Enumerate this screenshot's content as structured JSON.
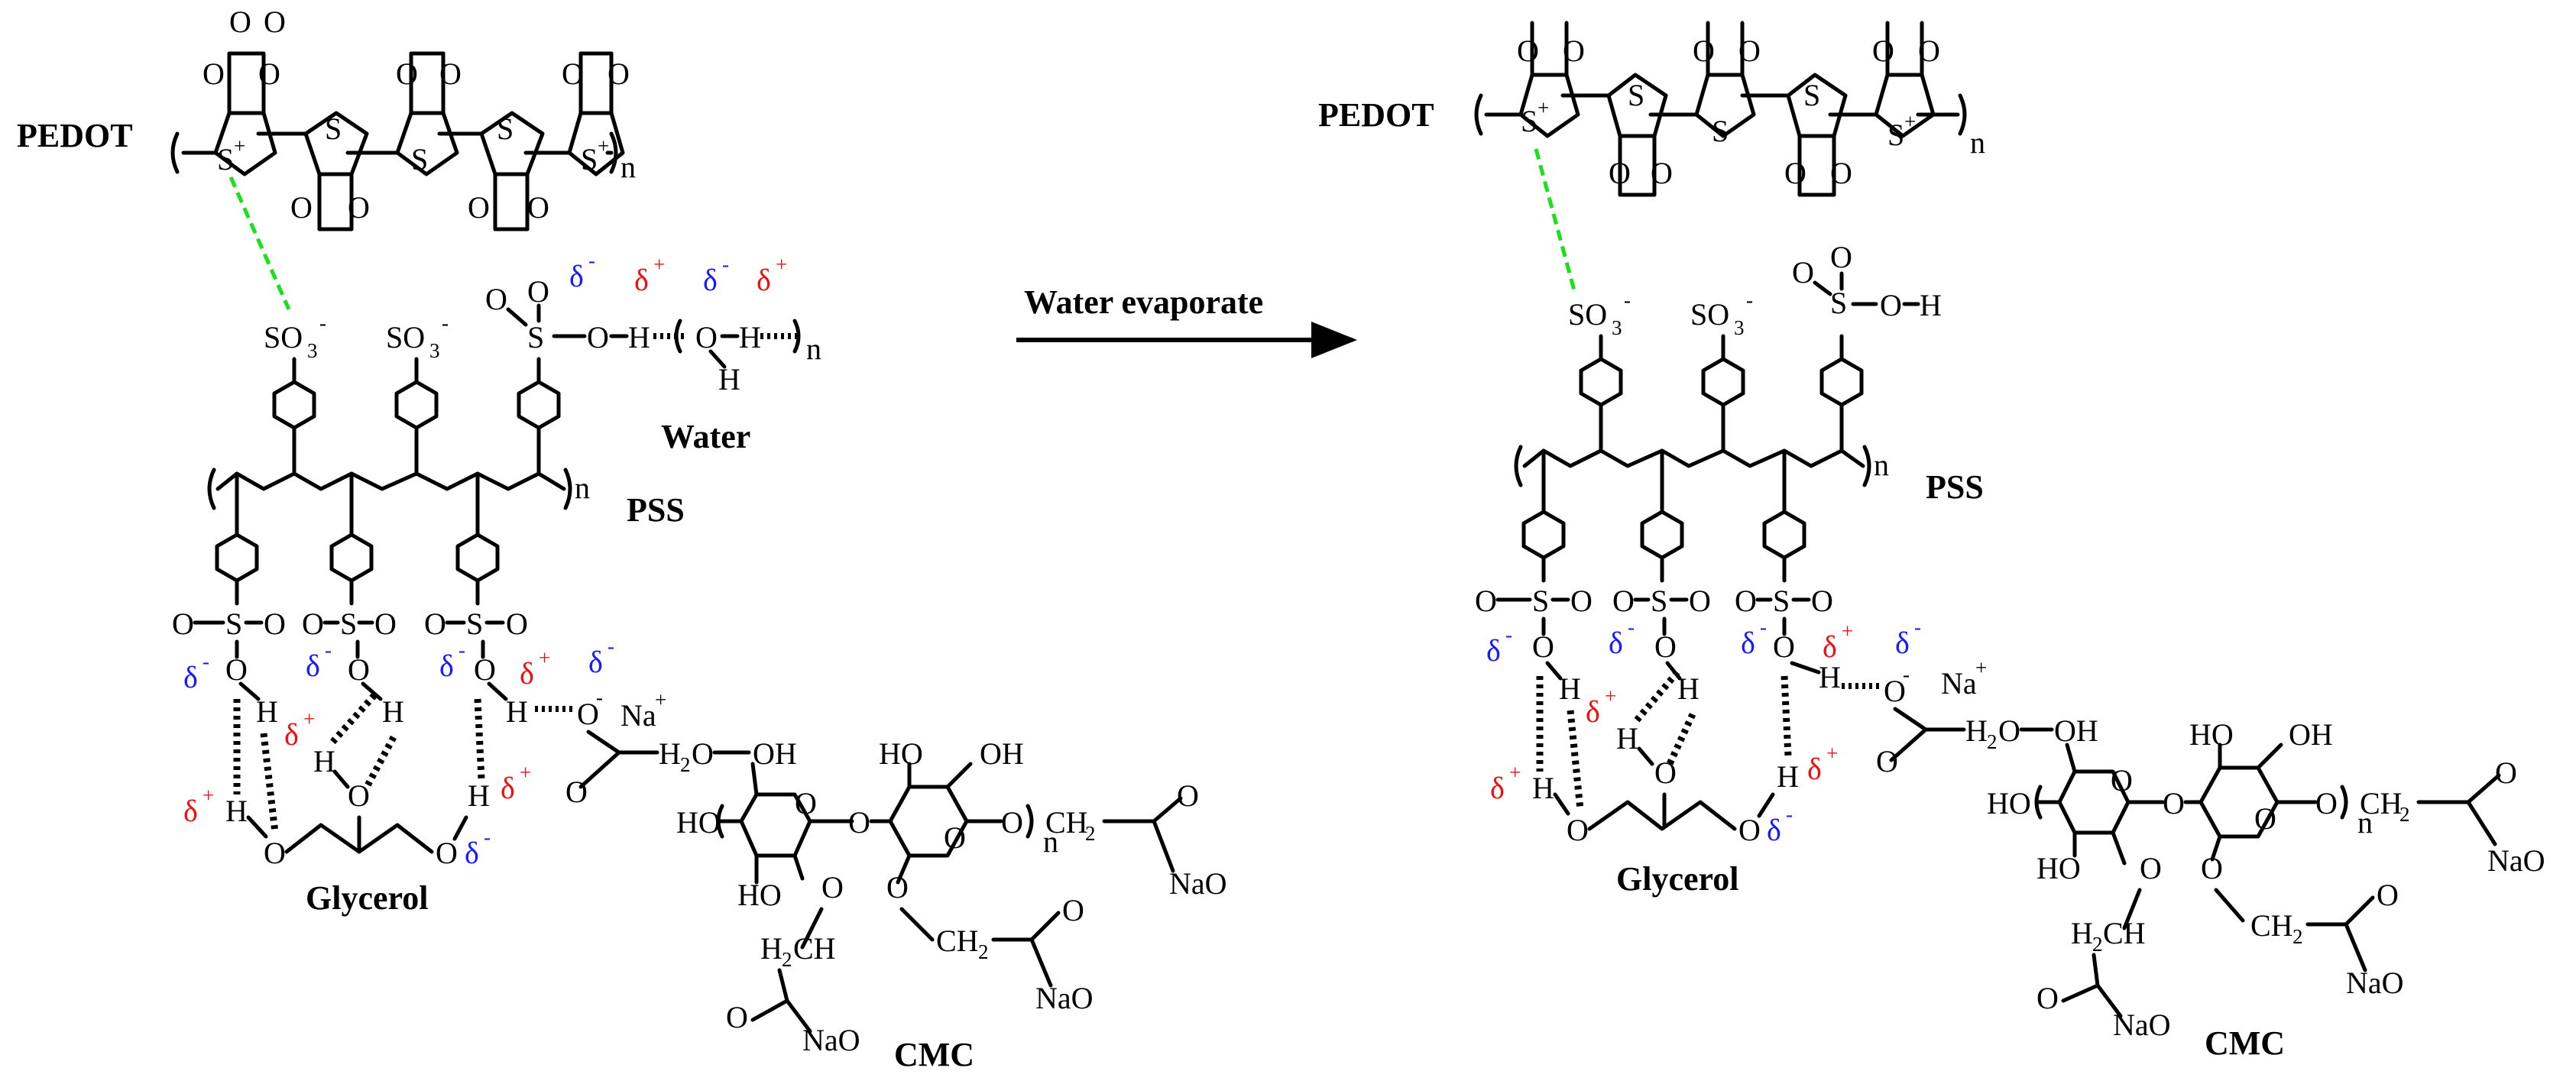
{
  "labels": {
    "pedot": "PEDOT",
    "pss": "PSS",
    "water": "Water",
    "glycerol": "Glycerol",
    "cmc": "CMC",
    "arrow": "Water evaporate",
    "repeat_n": "n"
  },
  "atoms": {
    "o": "O",
    "s": "S",
    "h": "H",
    "oh": "OH",
    "ho": "HO",
    "na": "Na",
    "nao": "NaO",
    "ch2": "CH",
    "h2c": "H",
    "so3": "SO",
    "sub_2": "2",
    "sub_3": "3",
    "sup_plus": "+",
    "sup_minus": "-"
  },
  "charges": {
    "delta_minus": "δ",
    "delta_plus": "δ"
  },
  "colors": {
    "delta_minus": "#1a1aff",
    "delta_plus": "#ee1111",
    "ionic_interaction": "#19e019",
    "bond": "#000000"
  }
}
